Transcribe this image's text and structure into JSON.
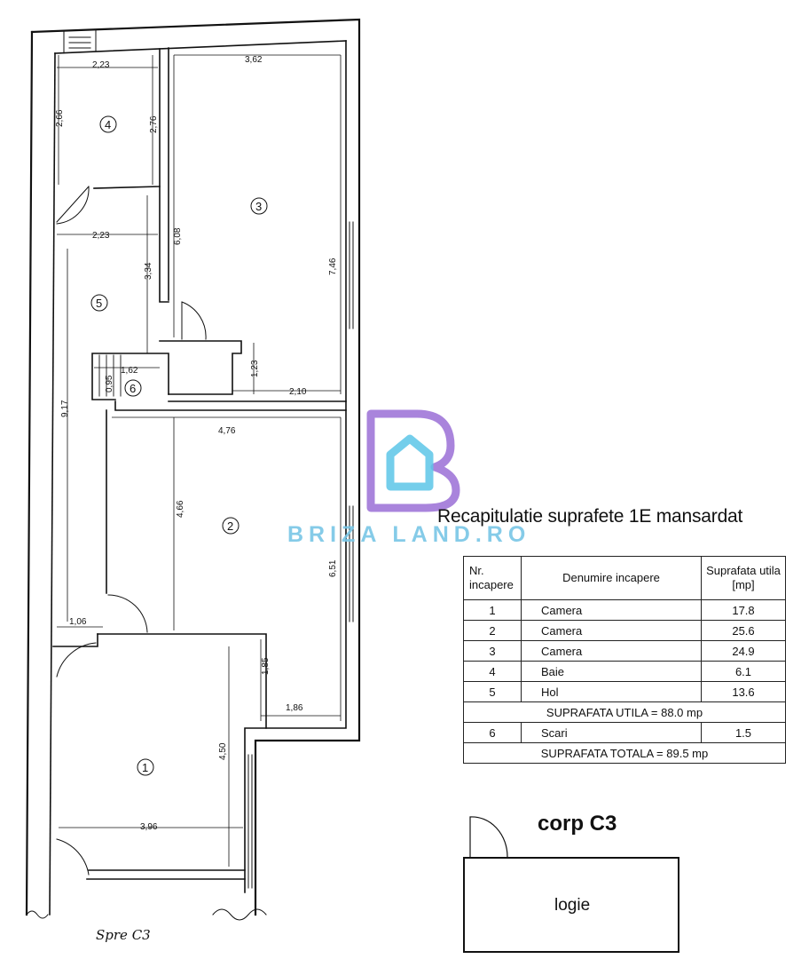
{
  "brand": {
    "name": "BRIZA LAND.RO",
    "color_purple": "#9a6fd6",
    "color_cyan": "#5cc6e8"
  },
  "plan": {
    "rooms": [
      {
        "id": "room-1",
        "number": "1"
      },
      {
        "id": "room-2",
        "number": "2"
      },
      {
        "id": "room-3",
        "number": "3"
      },
      {
        "id": "room-4",
        "number": "4"
      },
      {
        "id": "room-5",
        "number": "5"
      },
      {
        "id": "room-6",
        "number": "6"
      }
    ],
    "dimensions": {
      "r4_width": "2,23",
      "r4_height_outer": "2,66",
      "r4_height_inner": "2,76",
      "r3_width": "3,62",
      "r3_left": "6,08",
      "r3_right": "7,46",
      "r5_width": "2,23",
      "r5_height": "3,34",
      "stair_width": "1,62",
      "stair_height": "0,95",
      "small_height": "1,23",
      "small_width": "2,10",
      "hall_length": "9,17",
      "r2_width": "4,76",
      "r2_left": "4,66",
      "r2_right": "6,51",
      "corridor_width": "1,06",
      "notch_height": "1,85",
      "notch_width": "1,86",
      "r1_height": "4,50",
      "r1_width": "3,96"
    },
    "direction_label": "Spre C3"
  },
  "recap": {
    "title": "Recapitulatie suprafete 1E mansardat",
    "headers": {
      "nr": "Nr. incapere",
      "name": "Denumire incapere",
      "area": "Suprafata utila [mp]"
    },
    "rows": [
      {
        "nr": "1",
        "name": "Camera",
        "area": "17.8"
      },
      {
        "nr": "2",
        "name": "Camera",
        "area": "25.6"
      },
      {
        "nr": "3",
        "name": "Camera",
        "area": "24.9"
      },
      {
        "nr": "4",
        "name": "Baie",
        "area": "6.1"
      },
      {
        "nr": "5",
        "name": "Hol",
        "area": "13.6"
      }
    ],
    "subtotal": "SUPRAFATA UTILA = 88.0 mp",
    "extra_row": {
      "nr": "6",
      "name": "Scari",
      "area": "1.5"
    },
    "total": "SUPRAFATA TOTALA = 89.5 mp"
  },
  "annex": {
    "corp_label": "corp C3",
    "logie_label": "logie"
  }
}
